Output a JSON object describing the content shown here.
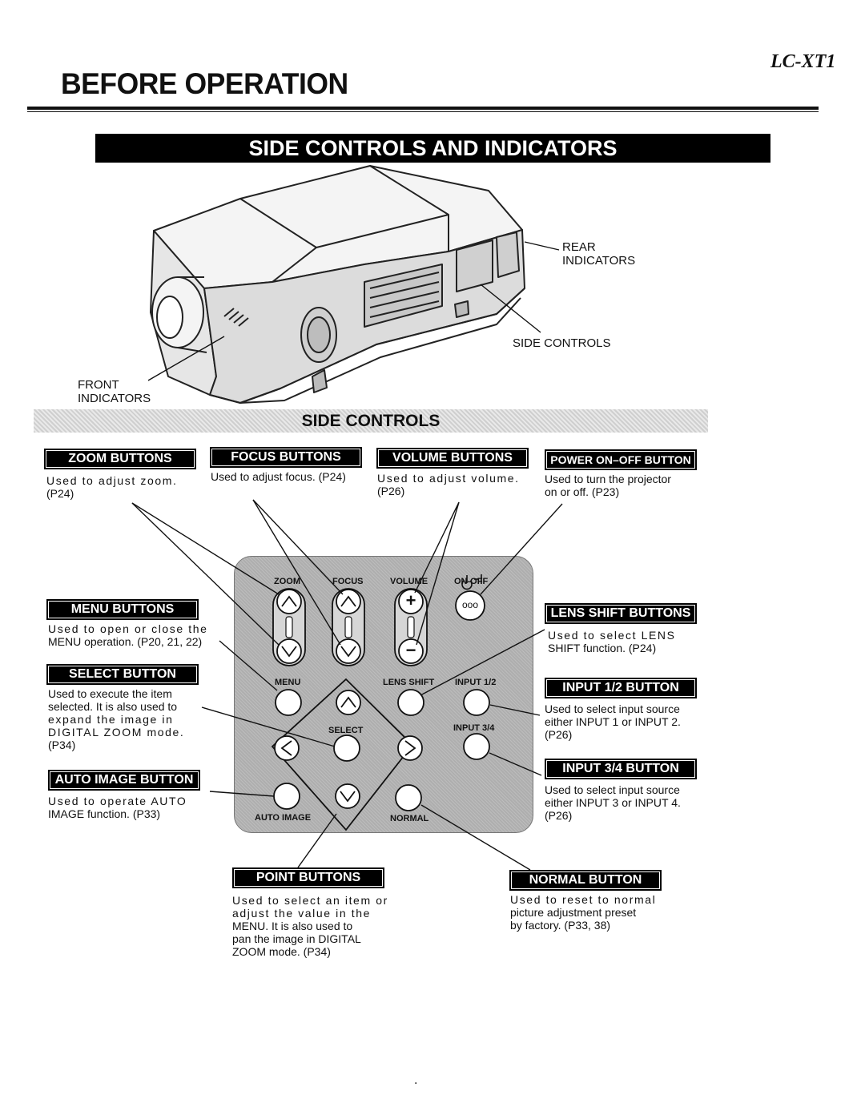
{
  "header": {
    "model": "LC-XT1",
    "page_title": "BEFORE OPERATION",
    "section_banner": "SIDE CONTROLS AND INDICATORS"
  },
  "illustration": {
    "rear_indicators": [
      "REAR",
      "INDICATORS"
    ],
    "side_controls": "SIDE CONTROLS",
    "front_indicators": [
      "FRONT",
      "INDICATORS"
    ]
  },
  "subsection_title": "SIDE CONTROLS",
  "callouts": {
    "zoom": {
      "title": "ZOOM BUTTONS",
      "desc": [
        "Used to adjust zoom.",
        "(P24)"
      ]
    },
    "focus": {
      "title": "FOCUS BUTTONS",
      "desc": [
        "Used to adjust focus. (P24)"
      ]
    },
    "volume": {
      "title": "VOLUME BUTTONS",
      "desc": [
        "Used to adjust volume.",
        "(P26)"
      ]
    },
    "power": {
      "title": "POWER ON–OFF BUTTON",
      "desc": [
        "Used to turn the projector",
        "on or off. (P23)"
      ]
    },
    "menu": {
      "title": "MENU BUTTONS",
      "desc": [
        "Used to open or close the",
        "MENU operation. (P20, 21, 22)"
      ]
    },
    "select": {
      "title": "SELECT BUTTON",
      "desc": [
        "Used to execute the item",
        "selected. It is also used to",
        "expand the image in",
        "DIGITAL ZOOM mode.",
        "(P34)"
      ]
    },
    "auto_image": {
      "title": "AUTO IMAGE BUTTON",
      "desc": [
        "Used to operate AUTO",
        "IMAGE function. (P33)"
      ]
    },
    "lens_shift": {
      "title": "LENS SHIFT BUTTONS",
      "desc": [
        "Used to select LENS",
        "SHIFT function. (P24)"
      ]
    },
    "input12": {
      "title": "INPUT 1/2 BUTTON",
      "desc": [
        "Used to select input source",
        "either INPUT 1 or INPUT 2.",
        "(P26)"
      ]
    },
    "input34": {
      "title": "INPUT 3/4 BUTTON",
      "desc": [
        "Used to select input source",
        "either INPUT 3 or INPUT 4.",
        "(P26)"
      ]
    },
    "point": {
      "title": "POINT BUTTONS",
      "desc": [
        "Used to select an item or",
        "adjust the value in the",
        "MENU. It is also used to",
        "pan the image in DIGITAL",
        "ZOOM mode. (P34)"
      ]
    },
    "normal": {
      "title": "NORMAL BUTTON",
      "desc": [
        "Used to reset to normal",
        "picture adjustment preset",
        "by factory. (P33, 38)"
      ]
    }
  },
  "panel_labels": {
    "zoom": "ZOOM",
    "focus": "FOCUS",
    "volume": "VOLUME",
    "on_off": "ON-OFF",
    "menu": "MENU",
    "lens_shift": "LENS SHIFT",
    "input12": "INPUT 1/2",
    "select": "SELECT",
    "input34": "INPUT 3/4",
    "auto_image": "AUTO IMAGE",
    "normal": "NORMAL"
  },
  "panel_symbols": {
    "plus": "+",
    "minus": "−",
    "power_dots": "ooo"
  },
  "page_mark": "."
}
